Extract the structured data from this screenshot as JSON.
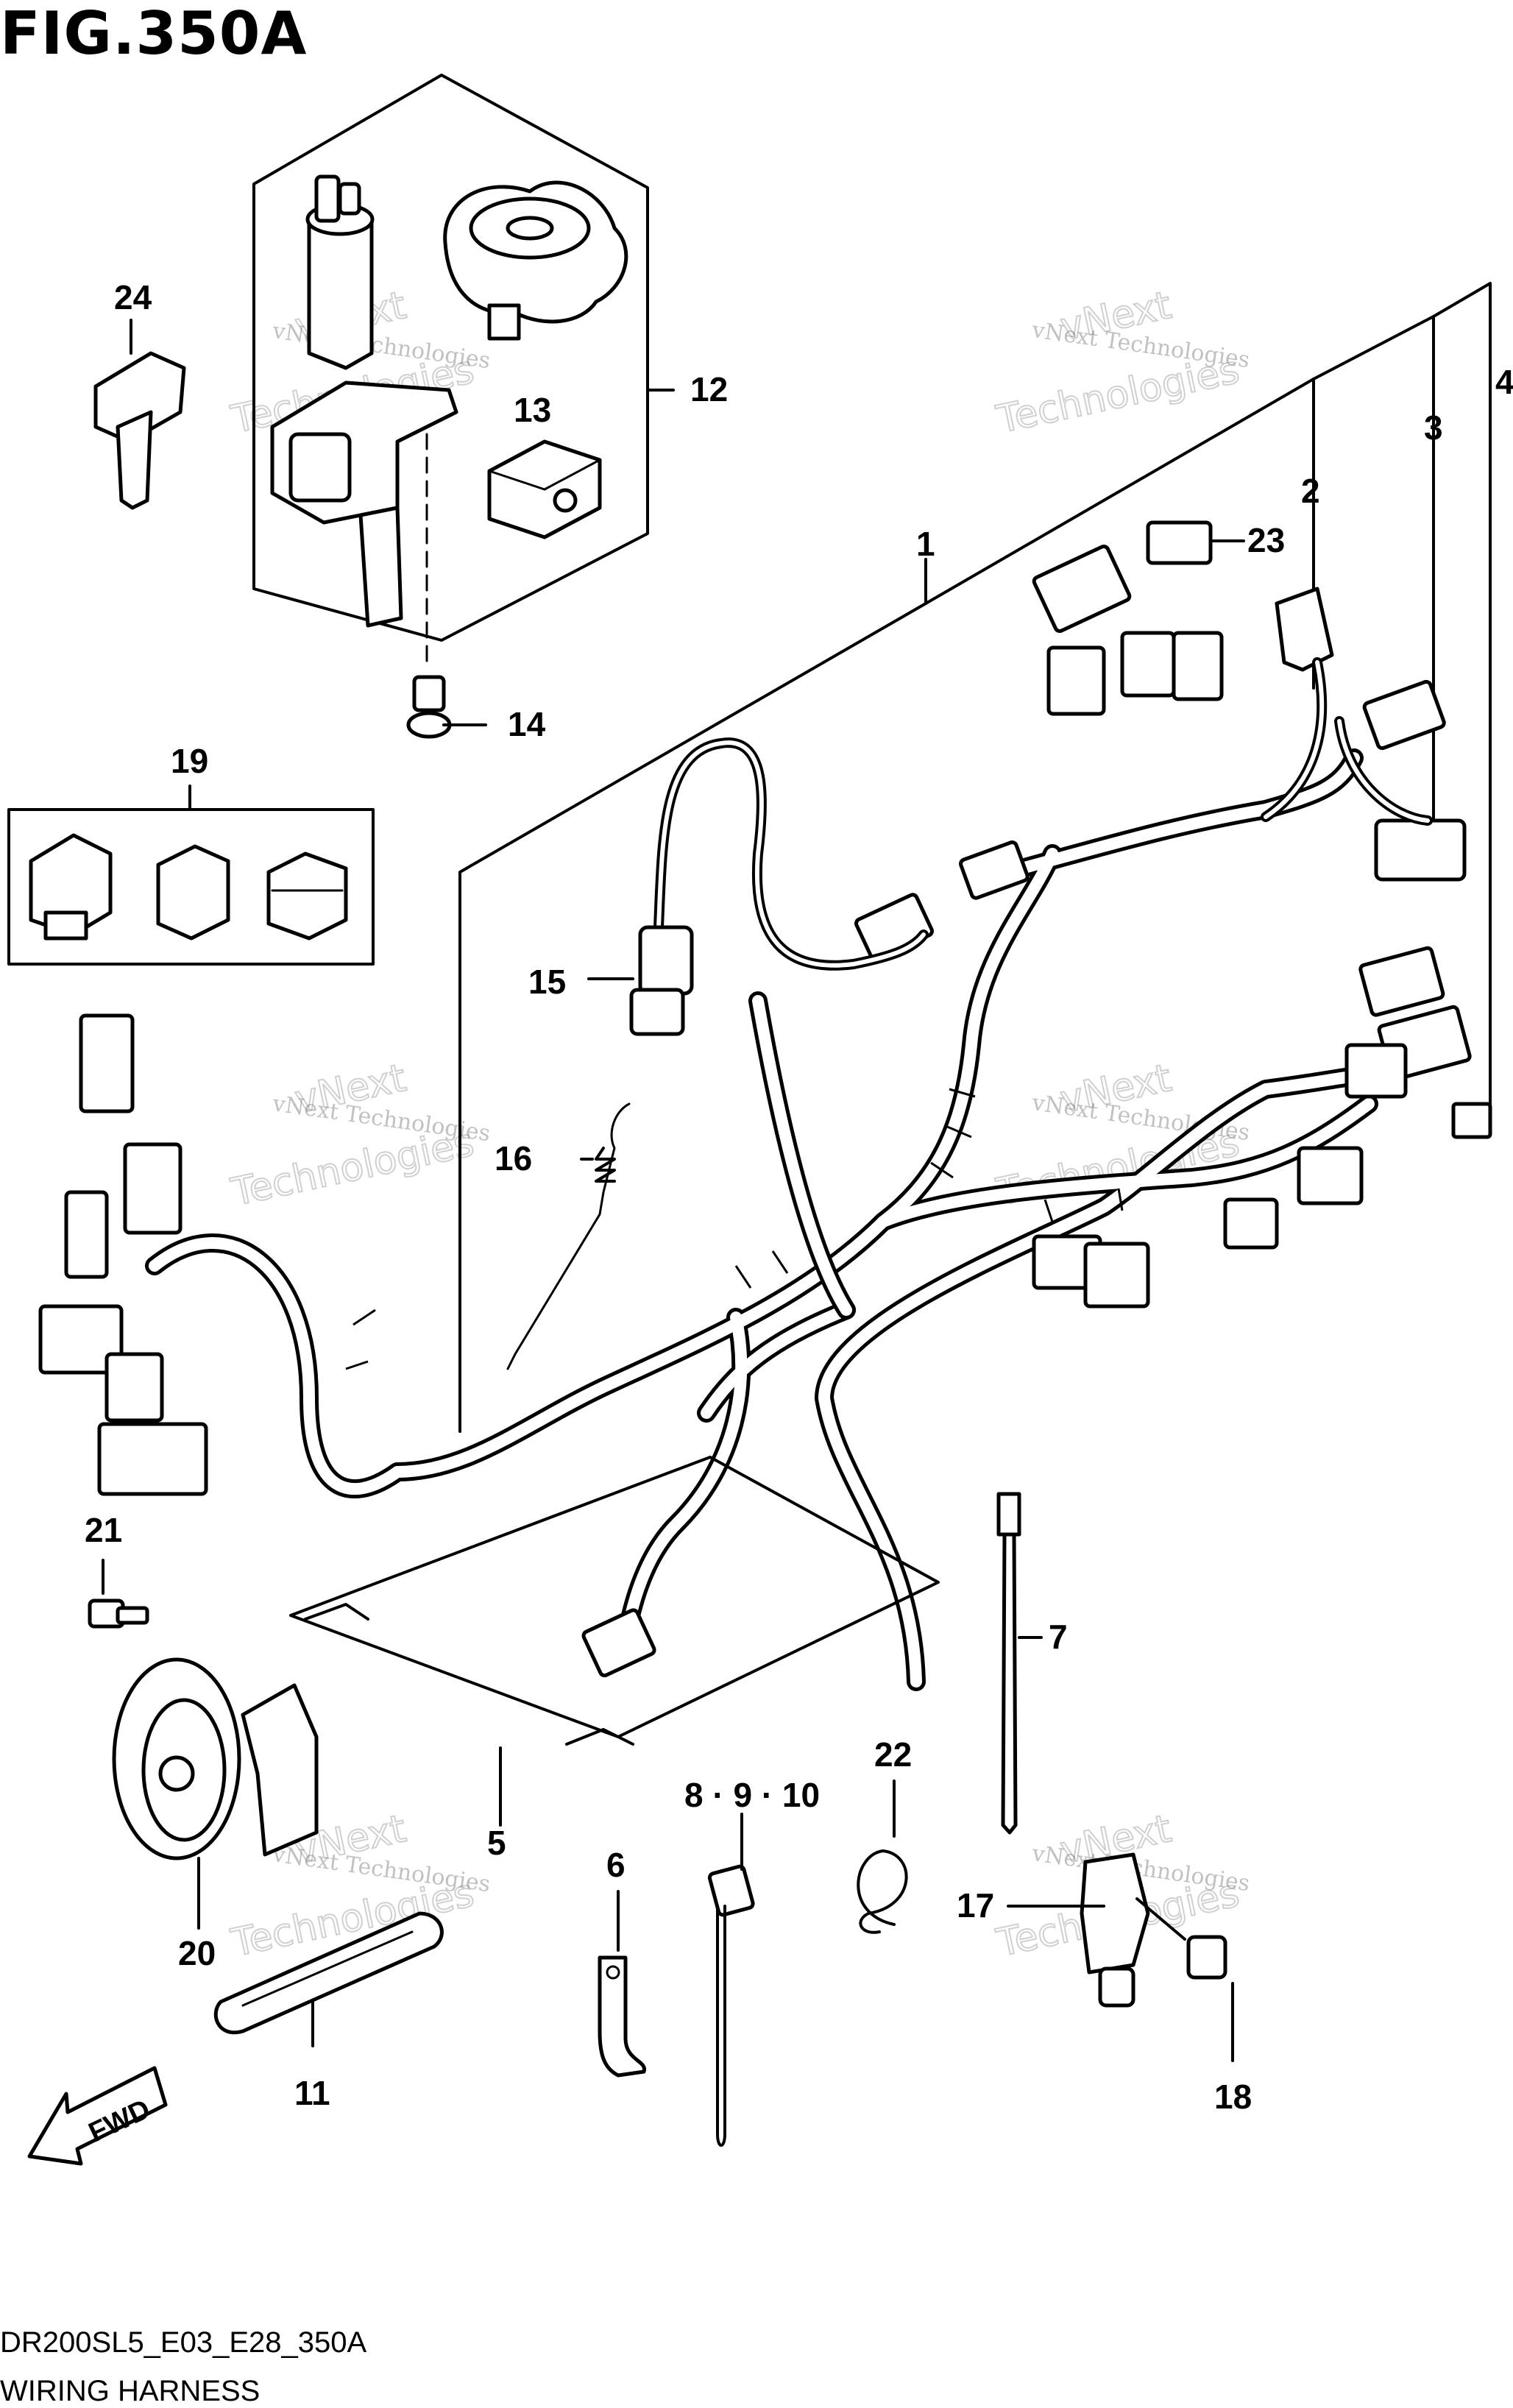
{
  "figure": {
    "title": "FIG.350A",
    "diagram_code": "DR200SL5_E03_E28_350A",
    "caption": "WIRING HARNESS",
    "direction_badge": "FWD"
  },
  "callouts": [
    "1",
    "2",
    "3",
    "4",
    "5",
    "6",
    "7",
    "8 · 9 · 10",
    "11",
    "12",
    "13",
    "14",
    "15",
    "16",
    "17",
    "18",
    "19",
    "20",
    "21",
    "22",
    "23",
    "24"
  ],
  "watermark": {
    "line1": "vNext Technologies",
    "line2": "vNext",
    "line3": "Technologies"
  }
}
